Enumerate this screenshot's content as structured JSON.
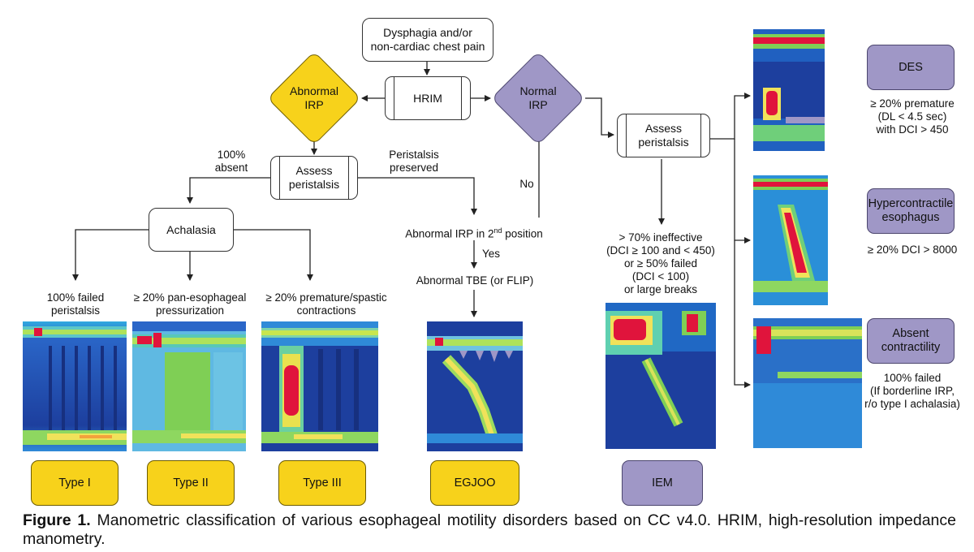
{
  "nodes": {
    "start": "Dysphagia and/or\nnon-cardiac chest pain",
    "hrim": "HRIM",
    "abnormal_irp": "Abnormal\nIRP",
    "normal_irp": "Normal\nIRP",
    "assess_left": "Assess\nperistalsis",
    "assess_right": "Assess\nperistalsis",
    "achalasia": "Achalasia"
  },
  "edge_labels": {
    "absent": "100%\nabsent",
    "preserved": "Peristalsis\npreserved",
    "abnormal_irp_2nd_pre": "Abnormal IRP in 2",
    "abnormal_irp_2nd_sup": "nd",
    "abnormal_irp_2nd_post": " position",
    "no": "No",
    "yes": "Yes",
    "tbe": "Abnormal TBE (or FLIP)",
    "iem_criteria": "> 70% ineffective\n(DCI ≥ 100 and < 450)\nor ≥ 50% failed\n(DCI < 100)\nor large breaks"
  },
  "criteria": {
    "type1": "100% failed\nperistalsis",
    "type2": "≥ 20% pan-esophageal\npressurization",
    "type3": "≥ 20% premature/spastic\ncontractions",
    "des": "≥ 20% premature\n(DL < 4.5 sec)\nwith DCI > 450",
    "hyper": "≥ 20% DCI > 8000",
    "absent": "100% failed\n(If borderline IRP,\nr/o type I achalasia)"
  },
  "diagnoses": {
    "type1": "Type I",
    "type2": "Type II",
    "type3": "Type III",
    "egjoo": "EGJOO",
    "iem": "IEM",
    "des": "DES",
    "hyper": "Hypercontractile\nesophagus",
    "absent": "Absent\ncontractility"
  },
  "caption": {
    "label": "Figure 1.",
    "text": "Manometric classification of various esophageal motility disorders based on CC v4.0. HRIM, high-resolution impedance manometry."
  },
  "colors": {
    "yellow": "#f7d21b",
    "purple": "#9f97c6",
    "heatmap_bg": "#1d3f9e",
    "heatmap_high": "#e0143c"
  }
}
